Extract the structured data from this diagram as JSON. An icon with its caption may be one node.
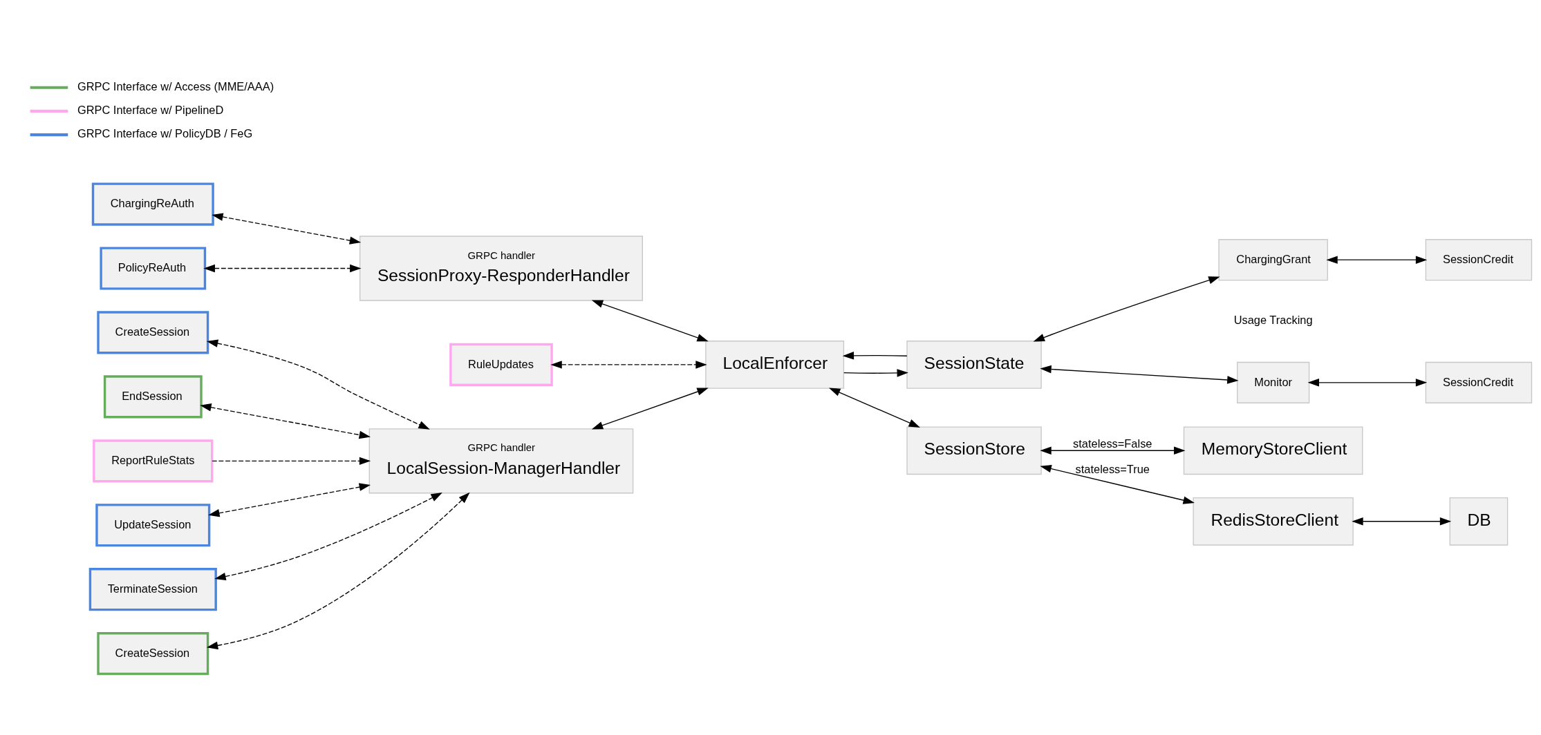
{
  "diagram": {
    "nodes": [
      {
        "text": [
          "CreateSession"
        ]
      },
      {
        "text": [
          "UpdateSession"
        ]
      },
      {
        "text": [
          "TerminateSession"
        ]
      },
      {
        "text": [
          "RuleUpdates"
        ]
      },
      {
        "text": [
          "LocalEnforcer"
        ]
      },
      {
        "text": [
          "CreateSession"
        ]
      },
      {
        "text": [
          "GRPC handler",
          "LocalSession-ManagerHandler"
        ]
      },
      {
        "text": [
          "RedisStoreClient"
        ]
      },
      {
        "text": [
          "DB"
        ]
      },
      {
        "text": [
          "EndSession"
        ]
      },
      {
        "text": [
          "SessionState"
        ]
      },
      {
        "text": [
          "SessionStore"
        ]
      },
      {
        "text": [
          "ReportRuleStats"
        ]
      },
      {
        "text": [
          "ChargingReAuth"
        ]
      },
      {
        "text": [
          "GRPC handler",
          "SessionProxy-ResponderHandler"
        ]
      },
      {
        "text": [
          "Monitor"
        ]
      },
      {
        "text": [
          "ChargingGrant"
        ]
      },
      {
        "text": [
          "MemoryStoreClient"
        ]
      },
      {
        "text": [
          "PolicyReAuth"
        ]
      },
      {
        "text": [
          "SessionCredit"
        ]
      },
      {
        "text": [
          "SessionCredit"
        ]
      }
    ],
    "edges": [
      {
        "from": 0,
        "to": 6,
        "arrow": "both",
        "style": "dashed"
      },
      {
        "from": 1,
        "to": 6,
        "arrow": "both",
        "style": "dashed"
      },
      {
        "from": 2,
        "to": 6,
        "arrow": "both",
        "style": "dashed"
      },
      {
        "from": 3,
        "to": 4,
        "arrow": "both",
        "style": "dashed"
      },
      {
        "from": 5,
        "to": 6,
        "arrow": "both",
        "style": "dashed"
      },
      {
        "from": 9,
        "to": 6,
        "arrow": "both",
        "style": "dashed"
      },
      {
        "from": 12,
        "to": 6,
        "arrow": "to",
        "style": "dashed"
      },
      {
        "from": 6,
        "to": 4,
        "arrow": "both"
      },
      {
        "from": 14,
        "to": 4,
        "arrow": "both"
      },
      {
        "from": 13,
        "to": 14,
        "arrow": "both",
        "style": "dashed"
      },
      {
        "from": 18,
        "to": 14,
        "arrow": "both",
        "style": "dashed"
      },
      {
        "from": 10,
        "to": 4,
        "arrow": "to"
      },
      {
        "from": 4,
        "to": 10,
        "arrow": "to"
      },
      {
        "from": 4,
        "to": 11,
        "arrow": "both"
      },
      {
        "from": 11,
        "to": 7,
        "arrow": "both",
        "label": "stateless=True"
      },
      {
        "from": 7,
        "to": 8,
        "arrow": "both"
      },
      {
        "from": 11,
        "to": 17,
        "arrow": "both",
        "label": "stateless=False"
      },
      {
        "from": 10,
        "to": 15,
        "arrow": "both"
      },
      {
        "from": 10,
        "to": 16,
        "arrow": "both"
      },
      {
        "from": 15,
        "to": 19,
        "arrow": "both"
      },
      {
        "from": 16,
        "to": 20,
        "arrow": "both"
      }
    ],
    "labels": [
      "Usage Tracking"
    ],
    "legend": [
      {
        "text": "GRPC Interface w/ Access (MME/AAA)",
        "color": "#67ab5f"
      },
      {
        "text": "GRPC Interface w/ PipelineD",
        "color": "#ffa8f0"
      },
      {
        "text": "GRPC Interface w/ PolicyDB / FeG",
        "color": "#4a86e0"
      }
    ]
  }
}
